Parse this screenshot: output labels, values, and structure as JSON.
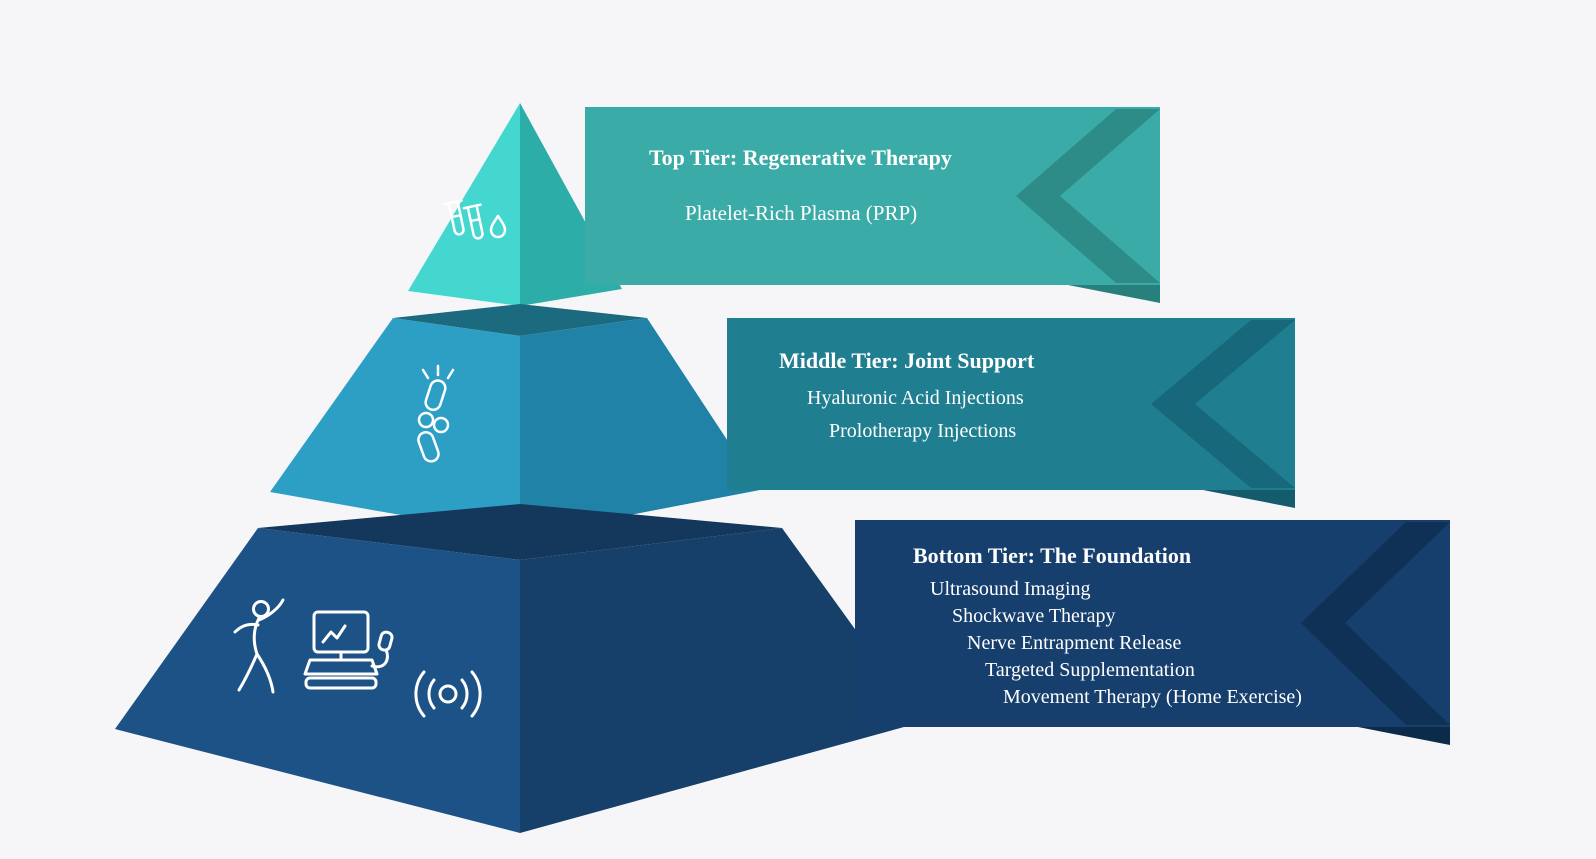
{
  "diagram_type": "pyramid-3-tier",
  "colors": {
    "background": "#f6f6f8",
    "text": "#ffffff",
    "top_face_light": "#44d7d0",
    "top_face_dark": "#2cada8",
    "top_banner": "#3aaba6",
    "top_banner_chevron": "#2e8c88",
    "top_banner_fold": "#27807c",
    "middle_face_light": "#2d9fc5",
    "middle_face_dark": "#1f82a6",
    "middle_top_face": "#1b6a7d",
    "middle_banner": "#1f7f91",
    "middle_banner_chevron": "#17687a",
    "middle_banner_fold": "#145b6b",
    "bottom_face_light": "#1d5286",
    "bottom_face_dark": "#163f6a",
    "bottom_top_face": "#14375c",
    "bottom_banner": "#163f6d",
    "bottom_banner_chevron": "#0f3155",
    "bottom_banner_fold": "#0c2a4a"
  },
  "tiers": [
    {
      "id": "top",
      "title": "Top Tier: Regenerative Therapy",
      "items": [
        "Platelet-Rich Plasma (PRP)"
      ],
      "icons": [
        "test-tubes-and-droplet-icon"
      ]
    },
    {
      "id": "middle",
      "title": "Middle Tier: Joint Support",
      "items": [
        "Hyaluronic Acid Injections",
        "Prolotherapy Injections"
      ],
      "icons": [
        "joint-bones-icon"
      ]
    },
    {
      "id": "bottom",
      "title": "Bottom Tier: The Foundation",
      "items": [
        "Ultrasound Imaging",
        "Shockwave Therapy",
        "Nerve Entrapment Release",
        "Targeted Supplementation",
        "Movement Therapy (Home Exercise)"
      ],
      "icons": [
        "stretching-person-icon",
        "ultrasound-machine-icon",
        "soundwave-icon"
      ]
    }
  ]
}
